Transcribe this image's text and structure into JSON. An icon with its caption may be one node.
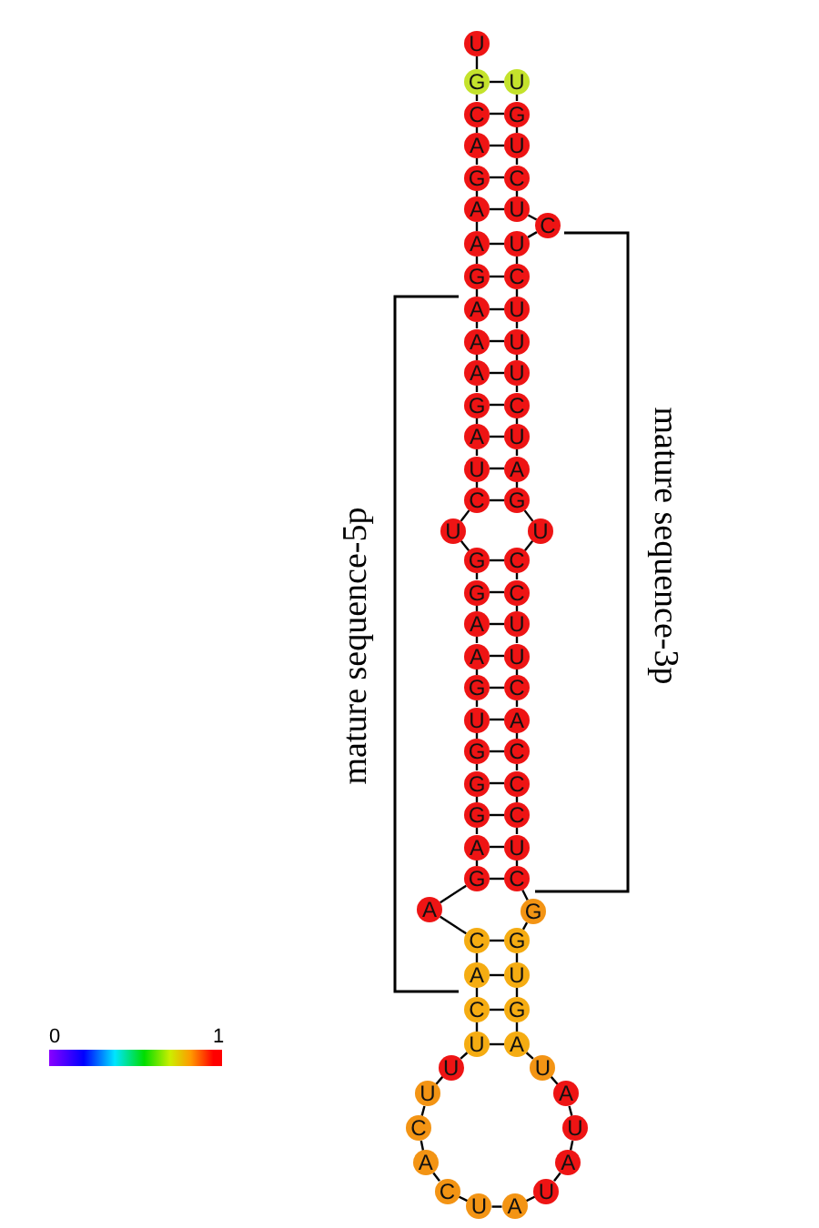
{
  "diagram": {
    "nodes": [
      {
        "text": [
          "U"
        ]
      },
      {
        "text": [
          "G"
        ]
      },
      {
        "text": [
          "C"
        ]
      },
      {
        "text": [
          "A"
        ]
      },
      {
        "text": [
          "G"
        ]
      },
      {
        "text": [
          "A"
        ]
      },
      {
        "text": [
          "A"
        ]
      },
      {
        "text": [
          "G"
        ]
      },
      {
        "text": [
          "A"
        ]
      },
      {
        "text": [
          "A"
        ]
      },
      {
        "text": [
          "A"
        ]
      },
      {
        "text": [
          "G"
        ]
      },
      {
        "text": [
          "A"
        ]
      },
      {
        "text": [
          "U"
        ]
      },
      {
        "text": [
          "C"
        ]
      },
      {
        "text": [
          "U"
        ]
      },
      {
        "text": [
          "G"
        ]
      },
      {
        "text": [
          "G"
        ]
      },
      {
        "text": [
          "A"
        ]
      },
      {
        "text": [
          "A"
        ]
      },
      {
        "text": [
          "G"
        ]
      },
      {
        "text": [
          "U"
        ]
      },
      {
        "text": [
          "G"
        ]
      },
      {
        "text": [
          "G"
        ]
      },
      {
        "text": [
          "G"
        ]
      },
      {
        "text": [
          "A"
        ]
      },
      {
        "text": [
          "G"
        ]
      },
      {
        "text": [
          "A"
        ]
      },
      {
        "text": [
          "C"
        ]
      },
      {
        "text": [
          "A"
        ]
      },
      {
        "text": [
          "C"
        ]
      },
      {
        "text": [
          "U"
        ]
      },
      {
        "text": [
          "U"
        ]
      },
      {
        "text": [
          "U"
        ]
      },
      {
        "text": [
          "C"
        ]
      },
      {
        "text": [
          "A"
        ]
      },
      {
        "text": [
          "C"
        ]
      },
      {
        "text": [
          "U"
        ]
      },
      {
        "text": [
          "A"
        ]
      },
      {
        "text": [
          "U"
        ]
      },
      {
        "text": [
          "A"
        ]
      },
      {
        "text": [
          "U"
        ]
      },
      {
        "text": [
          "A"
        ]
      },
      {
        "text": [
          "U"
        ]
      },
      {
        "text": [
          "A"
        ]
      },
      {
        "text": [
          "G"
        ]
      },
      {
        "text": [
          "U"
        ]
      },
      {
        "text": [
          "G"
        ]
      },
      {
        "text": [
          "G"
        ]
      },
      {
        "text": [
          "C"
        ]
      },
      {
        "text": [
          "U"
        ]
      },
      {
        "text": [
          "C"
        ]
      },
      {
        "text": [
          "C"
        ]
      },
      {
        "text": [
          "C"
        ]
      },
      {
        "text": [
          "A"
        ]
      },
      {
        "text": [
          "C"
        ]
      },
      {
        "text": [
          "U"
        ]
      },
      {
        "text": [
          "U"
        ]
      },
      {
        "text": [
          "C"
        ]
      },
      {
        "text": [
          "C"
        ]
      },
      {
        "text": [
          "U"
        ]
      },
      {
        "text": [
          "G"
        ]
      },
      {
        "text": [
          "A"
        ]
      },
      {
        "text": [
          "U"
        ]
      },
      {
        "text": [
          "C"
        ]
      },
      {
        "text": [
          "U"
        ]
      },
      {
        "text": [
          "U"
        ]
      },
      {
        "text": [
          "U"
        ]
      },
      {
        "text": [
          "C"
        ]
      },
      {
        "text": [
          "U"
        ]
      },
      {
        "text": [
          "C"
        ]
      },
      {
        "text": [
          "U"
        ]
      },
      {
        "text": [
          "C"
        ]
      },
      {
        "text": [
          "U"
        ]
      },
      {
        "text": [
          "G"
        ]
      },
      {
        "text": [
          "U"
        ]
      }
    ],
    "edges": [
      {
        "from": 0,
        "to": 1,
        "arrow": "none"
      },
      {
        "from": 1,
        "to": 2,
        "arrow": "none"
      },
      {
        "from": 2,
        "to": 3,
        "arrow": "none"
      },
      {
        "from": 3,
        "to": 4,
        "arrow": "none"
      },
      {
        "from": 4,
        "to": 5,
        "arrow": "none"
      },
      {
        "from": 5,
        "to": 6,
        "arrow": "none"
      },
      {
        "from": 6,
        "to": 7,
        "arrow": "none"
      },
      {
        "from": 7,
        "to": 8,
        "arrow": "none"
      },
      {
        "from": 8,
        "to": 9,
        "arrow": "none"
      },
      {
        "from": 9,
        "to": 10,
        "arrow": "none"
      },
      {
        "from": 10,
        "to": 11,
        "arrow": "none"
      },
      {
        "from": 11,
        "to": 12,
        "arrow": "none"
      },
      {
        "from": 12,
        "to": 13,
        "arrow": "none"
      },
      {
        "from": 13,
        "to": 14,
        "arrow": "none"
      },
      {
        "from": 14,
        "to": 15,
        "arrow": "none"
      },
      {
        "from": 15,
        "to": 16,
        "arrow": "none"
      },
      {
        "from": 16,
        "to": 17,
        "arrow": "none"
      },
      {
        "from": 17,
        "to": 18,
        "arrow": "none"
      },
      {
        "from": 18,
        "to": 19,
        "arrow": "none"
      },
      {
        "from": 19,
        "to": 20,
        "arrow": "none"
      },
      {
        "from": 20,
        "to": 21,
        "arrow": "none"
      },
      {
        "from": 21,
        "to": 22,
        "arrow": "none"
      },
      {
        "from": 22,
        "to": 23,
        "arrow": "none"
      },
      {
        "from": 23,
        "to": 24,
        "arrow": "none"
      },
      {
        "from": 24,
        "to": 25,
        "arrow": "none"
      },
      {
        "from": 25,
        "to": 26,
        "arrow": "none"
      },
      {
        "from": 26,
        "to": 27,
        "arrow": "none"
      },
      {
        "from": 27,
        "to": 28,
        "arrow": "none"
      },
      {
        "from": 28,
        "to": 29,
        "arrow": "none"
      },
      {
        "from": 29,
        "to": 30,
        "arrow": "none"
      },
      {
        "from": 30,
        "to": 31,
        "arrow": "none"
      },
      {
        "from": 31,
        "to": 32,
        "arrow": "none"
      },
      {
        "from": 32,
        "to": 33,
        "arrow": "none"
      },
      {
        "from": 33,
        "to": 34,
        "arrow": "none"
      },
      {
        "from": 34,
        "to": 35,
        "arrow": "none"
      },
      {
        "from": 35,
        "to": 36,
        "arrow": "none"
      },
      {
        "from": 36,
        "to": 37,
        "arrow": "none"
      },
      {
        "from": 37,
        "to": 38,
        "arrow": "none"
      },
      {
        "from": 38,
        "to": 39,
        "arrow": "none"
      },
      {
        "from": 39,
        "to": 40,
        "arrow": "none"
      },
      {
        "from": 40,
        "to": 41,
        "arrow": "none"
      },
      {
        "from": 41,
        "to": 42,
        "arrow": "none"
      },
      {
        "from": 42,
        "to": 43,
        "arrow": "none"
      },
      {
        "from": 43,
        "to": 44,
        "arrow": "none"
      },
      {
        "from": 44,
        "to": 45,
        "arrow": "none"
      },
      {
        "from": 45,
        "to": 46,
        "arrow": "none"
      },
      {
        "from": 46,
        "to": 47,
        "arrow": "none"
      },
      {
        "from": 47,
        "to": 48,
        "arrow": "none"
      },
      {
        "from": 48,
        "to": 49,
        "arrow": "none"
      },
      {
        "from": 49,
        "to": 50,
        "arrow": "none"
      },
      {
        "from": 50,
        "to": 51,
        "arrow": "none"
      },
      {
        "from": 51,
        "to": 52,
        "arrow": "none"
      },
      {
        "from": 52,
        "to": 53,
        "arrow": "none"
      },
      {
        "from": 53,
        "to": 54,
        "arrow": "none"
      },
      {
        "from": 54,
        "to": 55,
        "arrow": "none"
      },
      {
        "from": 55,
        "to": 56,
        "arrow": "none"
      },
      {
        "from": 56,
        "to": 57,
        "arrow": "none"
      },
      {
        "from": 57,
        "to": 58,
        "arrow": "none"
      },
      {
        "from": 58,
        "to": 59,
        "arrow": "none"
      },
      {
        "from": 59,
        "to": 60,
        "arrow": "none"
      },
      {
        "from": 60,
        "to": 61,
        "arrow": "none"
      },
      {
        "from": 61,
        "to": 62,
        "arrow": "none"
      },
      {
        "from": 62,
        "to": 63,
        "arrow": "none"
      },
      {
        "from": 63,
        "to": 64,
        "arrow": "none"
      },
      {
        "from": 64,
        "to": 65,
        "arrow": "none"
      },
      {
        "from": 65,
        "to": 66,
        "arrow": "none"
      },
      {
        "from": 66,
        "to": 67,
        "arrow": "none"
      },
      {
        "from": 67,
        "to": 68,
        "arrow": "none"
      },
      {
        "from": 68,
        "to": 69,
        "arrow": "none"
      },
      {
        "from": 69,
        "to": 70,
        "arrow": "none"
      },
      {
        "from": 70,
        "to": 71,
        "arrow": "none"
      },
      {
        "from": 71,
        "to": 72,
        "arrow": "none"
      },
      {
        "from": 72,
        "to": 73,
        "arrow": "none"
      },
      {
        "from": 73,
        "to": 74,
        "arrow": "none"
      },
      {
        "from": 74,
        "to": 75,
        "arrow": "none"
      },
      {
        "from": 1,
        "to": 75,
        "arrow": "none"
      },
      {
        "from": 2,
        "to": 74,
        "arrow": "none"
      },
      {
        "from": 3,
        "to": 73,
        "arrow": "none"
      },
      {
        "from": 4,
        "to": 72,
        "arrow": "none"
      },
      {
        "from": 5,
        "to": 71,
        "arrow": "none"
      },
      {
        "from": 6,
        "to": 69,
        "arrow": "none"
      },
      {
        "from": 7,
        "to": 68,
        "arrow": "none"
      },
      {
        "from": 8,
        "to": 67,
        "arrow": "none"
      },
      {
        "from": 9,
        "to": 66,
        "arrow": "none"
      },
      {
        "from": 10,
        "to": 65,
        "arrow": "none"
      },
      {
        "from": 11,
        "to": 64,
        "arrow": "none"
      },
      {
        "from": 12,
        "to": 63,
        "arrow": "none"
      },
      {
        "from": 13,
        "to": 62,
        "arrow": "none"
      },
      {
        "from": 14,
        "to": 61,
        "arrow": "none"
      },
      {
        "from": 16,
        "to": 59,
        "arrow": "none"
      },
      {
        "from": 17,
        "to": 58,
        "arrow": "none"
      },
      {
        "from": 18,
        "to": 57,
        "arrow": "none"
      },
      {
        "from": 19,
        "to": 56,
        "arrow": "none"
      },
      {
        "from": 20,
        "to": 55,
        "arrow": "none"
      },
      {
        "from": 21,
        "to": 54,
        "arrow": "none"
      },
      {
        "from": 22,
        "to": 53,
        "arrow": "none"
      },
      {
        "from": 23,
        "to": 52,
        "arrow": "none"
      },
      {
        "from": 24,
        "to": 51,
        "arrow": "none"
      },
      {
        "from": 25,
        "to": 50,
        "arrow": "none"
      },
      {
        "from": 26,
        "to": 49,
        "arrow": "none"
      },
      {
        "from": 28,
        "to": 47,
        "arrow": "none"
      },
      {
        "from": 29,
        "to": 46,
        "arrow": "none"
      },
      {
        "from": 30,
        "to": 45,
        "arrow": "none"
      },
      {
        "from": 31,
        "to": 44,
        "arrow": "none"
      }
    ],
    "labels": [
      "mature sequence-3p",
      "mature sequence-5p",
      "0",
      "1"
    ]
  }
}
